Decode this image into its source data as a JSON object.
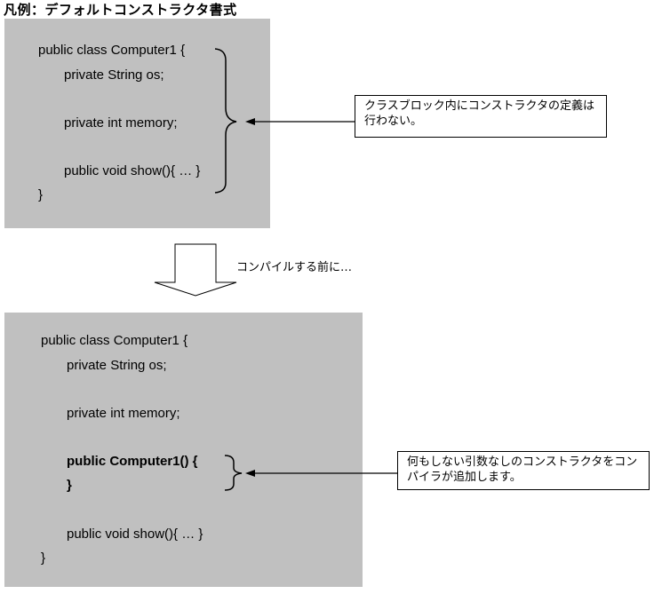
{
  "title": "凡例：デフォルトコンストラクタ書式",
  "before": {
    "lines": [
      "public class Computer1 {",
      "private String os;",
      "private int memory;",
      "public void show(){ … }",
      "}"
    ],
    "note": "クラスブロック内にコンストラクタの定義は行わない。"
  },
  "transition": {
    "caption": "コンパイルする前に…",
    "arrow_icon": "down-arrow-icon"
  },
  "after": {
    "lines": [
      "public class Computer1 {",
      "private String os;",
      "private int memory;",
      "public Computer1() {",
      "}",
      "public void show(){ … }",
      "}"
    ],
    "note": "何もしない引数なしのコンストラクタをコンパイラが追加します。"
  },
  "colors": {
    "panel_bg": "#c0c0c0",
    "note_bg": "#ffffff",
    "line": "#000000"
  }
}
